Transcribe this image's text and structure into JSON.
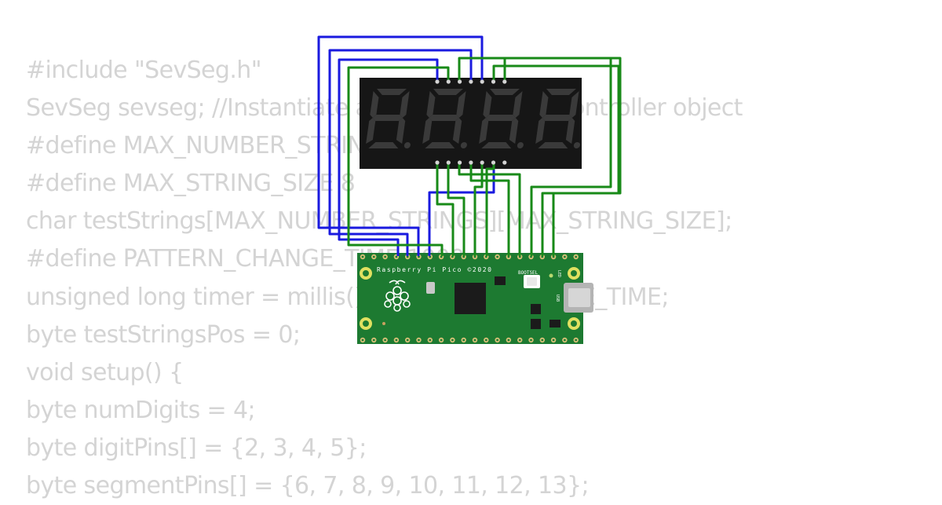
{
  "code_lines": [
    "#include \"SevSeg.h\"",
    "SevSeg sevseg; //Instantiate a seven segment controller object",
    "#define MAX_NUMBER_STRINGS 70",
    "#define MAX_STRING_SIZE 8",
    "char testStrings[MAX_NUMBER_STRINGS][MAX_STRING_SIZE];",
    "#define PATTERN_CHANGE_TIME 1000",
    "unsigned long timer = millis() - PATTERN_CHANGE_TIME;",
    "byte testStringsPos = 0;",
    "void setup() {",
    "byte numDigits = 4;",
    "byte digitPins[] = {2, 3, 4, 5};",
    "byte segmentPins[] = {6, 7, 8, 9, 10, 11, 12, 13};"
  ],
  "board": {
    "brand_label": "Raspberry Pi Pico ©2020",
    "bootsel_label": "BOOTSEL",
    "led_label": "LED",
    "usb_label": "USB"
  },
  "display": {
    "digits": 4
  },
  "colors": {
    "wire_blue": "#1a1adf",
    "wire_green": "#188a18",
    "pcb": "#1d7a31",
    "display_bg": "#161616",
    "segment_off": "#3a3a3a"
  }
}
